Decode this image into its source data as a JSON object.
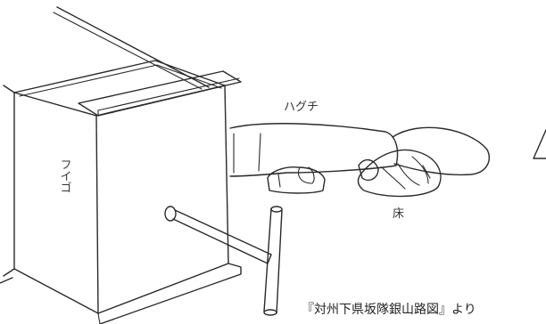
{
  "labels": {
    "nozzle": "ハグチ",
    "bellows": "フイゴ",
    "hearth": "床"
  },
  "caption": "『対州下県坂隊銀山路図』より"
}
